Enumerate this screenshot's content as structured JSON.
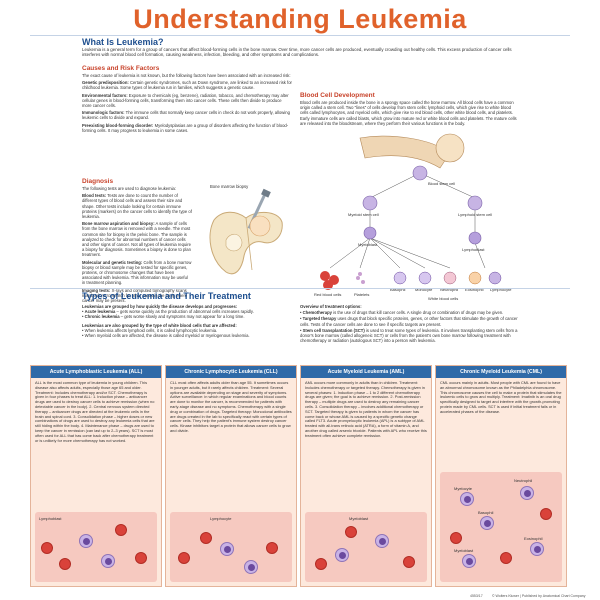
{
  "title": "Understanding Leukemia",
  "what": {
    "heading": "What Is Leukemia?",
    "body": "Leukemia is a general term for a group of cancers that affect blood-forming cells in the bone marrow. Over time, more cancer cells are produced, eventually crowding out healthy cells. This excess production of cancer cells interferes with normal blood cell formation, causing weakness, infection, bleeding, and other symptoms and complications."
  },
  "causes": {
    "heading": "Causes and Risk Factors",
    "intro": "The exact cause of leukemia is not known, but the following factors have been associated with an increased risk:",
    "items": [
      {
        "term": "Genetic predisposition:",
        "text": "Certain genetic syndromes, such as Down syndrome, are linked to an increased risk for childhood leukemia. Some types of leukemia run in families, which suggests a genetic cause."
      },
      {
        "term": "Environmental factors:",
        "text": "Exposure to chemicals (eg, benzene), radiation, tobacco, and chemotherapy may alter cellular genes in blood-forming cells, transforming them into cancer cells. These cells then divide to produce more cancer cells."
      },
      {
        "term": "Immunologic factors:",
        "text": "The immune cells that normally keep cancer cells in check do not work properly, allowing leukemic cells to divide and expand."
      },
      {
        "term": "Preexisting blood-forming disorder:",
        "text": "Myelodysplasias are a group of disorders affecting the function of blood-forming cells. It may progress to leukemia in some cases."
      }
    ]
  },
  "diagnosis": {
    "heading": "Diagnosis",
    "intro": "The following tests are used to diagnose leukemia:",
    "items": [
      {
        "term": "Blood tests:",
        "text": "Tests are done to count the number of different types of blood cells and assess their size and shape. Other tests include looking for certain immune proteins (markers) on the cancer cells to identify the type of leukemia."
      },
      {
        "term": "Bone marrow aspiration and biopsy:",
        "text": "A sample of cells from the bone marrow is removed with a needle. The most common site for biopsy is the pelvic bone. The sample is analyzed to check for abnormal numbers of cancer cells and other signs of cancer. Not all types of leukemia require a biopsy for diagnosis. Sometimes a biopsy is done to plan treatment."
      },
      {
        "term": "Molecular and genetic testing:",
        "text": "Cells from a bone marrow biopsy or blood sample may be tested for specific genes, proteins, or chromosome changes that have been associated with leukemia. This information may be useful in treatment planning."
      },
      {
        "term": "Imaging tests:",
        "text": "X-rays and computed tomography scans may be done to search for other areas in the body where cancer may be present."
      }
    ],
    "figure_label": "Bone marrow biopsy"
  },
  "development": {
    "heading": "Blood Cell Development",
    "body": "Blood cells are produced inside the bone in a spongy space called the bone marrow. All blood cells have a common origin called a stem cell. Two \"lines\" of cells develop from stem cells: lymphoid cells, which give rise to white blood cells called lymphocytes, and myeloid cells, which give rise to red blood cells, other white blood cells, and platelets. Early immature cells are called blasts, which grow into mature red or white blood cells and platelets. The mature cells are released into the bloodstream, where they perform their various functions in the body.",
    "labels": {
      "stem": "Blood stem cell",
      "myeloid_stem": "Myeloid stem cell",
      "lymphoid_stem": "Lymphoid stem cell",
      "myeloblast": "Myeloblast",
      "lymphoblast": "Lymphoblast",
      "rbc": "Red blood cells",
      "platelets": "Platelets",
      "basophil": "Basophil",
      "monocyte": "Monocyte",
      "neutrophil": "Neutrophil",
      "eosinophil": "Eosinophil",
      "lymphocyte": "Lymphocyte",
      "wbc": "White blood cells"
    }
  },
  "types": {
    "heading": "Types of Leukemia and Their Treatment",
    "grouped_intro": "Leukemias are grouped by how quickly the disease develops and progresses:",
    "grouped_items": [
      {
        "term": "Acute leukemia",
        "text": "– gets worse quickly as the production of abnormal cells increases rapidly."
      },
      {
        "term": "Chronic leukemia",
        "text": "– gets worse slowly and symptoms may not appear for a long time."
      }
    ],
    "wbc_intro": "Leukemias are also grouped by the type of white blood cells that are affected:",
    "wbc_items": [
      "When leukemia affects lymphoid cells, it is called lymphocytic leukemia.",
      "When myeloid cells are affected, the disease is called myeloid or myelogenous leukemia."
    ],
    "overview_heading": "Overview of treatment options:",
    "overview_items": [
      {
        "term": "Chemotherapy",
        "text": "is the use of drugs that kill cancer cells. A single drug or combination of drugs may be given."
      },
      {
        "term": "Targeted therapy",
        "text": "uses drugs that block specific proteins, genes, or other factors that stimulate the growth of cancer cells. Tests of the cancer cells are done to see if specific targets are present."
      },
      {
        "term": "Stem cell transplantation (SCT)",
        "text": "is used to treat some types of leukemia. It involves transplanting stem cells from a donor's bone marrow (called allogeneic SCT) or cells from the patient's own bone marrow following treatment with chemotherapy or radiation (autologous SCT) into a person with leukemia."
      }
    ]
  },
  "panels": [
    {
      "heading": "Acute Lymphoblastic Leukemia (ALL)",
      "body": "ALL is the most common type of leukemia in young children. This disease also affects adults, especially those age 65 and older. Treatment: Includes chemotherapy and/or SCT. Chemotherapy is given in four phases to treat ALL: 1. Induction phase – anticancer drugs are used to destroy cancer cells to achieve remission (when no detectable cancer in the body). 2. Central nervous system directed therapy – anticancer drugs are directed at the leukemic cells in the brain and spinal cord. 3. Consolidation phase – higher doses or new combinations of drugs are used to destroy any leukemia cells that are still hiding within the body. 4. Maintenance phase – drugs are used to keep the cancer in remission (can last up to 2–3 years). SCT is most often used for ALL that has come back after chemotherapy treatment or is unlikely for more chemotherapy has not worked.",
      "pic_label": "Lymphoblast"
    },
    {
      "heading": "Chronic Lymphocytic Leukemia (CLL)",
      "body": "CLL most often affects adults older than age 55. It sometimes occurs in younger adults, but it rarely affects children. Treatment: Several options are available depending on stage and severity of symptoms. Active surveillance: in which regular examinations and blood counts are done to monitor the cancer, is recommended for patients with early-stage disease and no symptoms. Chemotherapy with a single drug or combination of drugs. Targeted therapy: Monoclonal antibodies are drugs created in the lab to specifically react with certain types of cancer cells. They help the patient's immune system destroy cancer cells. Kinase inhibitors target a protein that allows cancer cells to grow and divide.",
      "pic_label": "Lymphocyte"
    },
    {
      "heading": "Acute Myeloid Leukemia (AML)",
      "body": "AML occurs more commonly in adults than in children. Treatment: Includes chemotherapy or targeted therapy. Chemotherapy is given in several phases: 1. Induction phase – 1 to 2 different chemotherapy drugs are given; the goal is to achieve remission. 2. Post-remission therapy – multiple drugs are used to destroy any remaining cancer cells. 3. Consolidation therapy – involves additional chemotherapy or SCT. Targeted therapy is given to patients in whom the cancer has come back or whose AML is caused by a specific genetic change called FLT3. Acute promyelocytic leukemia (APL) is a subtype of AML treated with all-trans retinoic acid (ATRA), a form of vitamin A, and another drug called arsenic trioxide. Patients with APL who receive this treatment often achieve complete remission.",
      "pic_label": "Myeloblast"
    },
    {
      "heading": "Chronic Myeloid Leukemia (CML)",
      "body": "CML occurs mainly in adults. Most people with CML are found to have an abnormal chromosome known as the Philadelphia chromosome. This chromosome causes the cell to make a protein that stimulates the leukemic cells to grow and multiply. Treatment: Imatinib is an oral drug specifically designed to target and interfere with the growth-promoting protein made by CML cells. SCT is used if initial treatment fails or in accelerated phases of the disease.",
      "pic_labels": [
        "Myelocyte",
        "Neutrophil",
        "Basophil",
        "Myeloblast",
        "Eosinophil"
      ]
    }
  ],
  "footer": {
    "code": "4553/17",
    "credit": "© Wolters Kluwer | Published by Anatomical Chart Company"
  },
  "colors": {
    "title": "#e0622b",
    "heading": "#1e4f8f",
    "subheading": "#c8432b",
    "panel_head": "#2f6aa8",
    "panel_bg": "#fde9dd"
  }
}
